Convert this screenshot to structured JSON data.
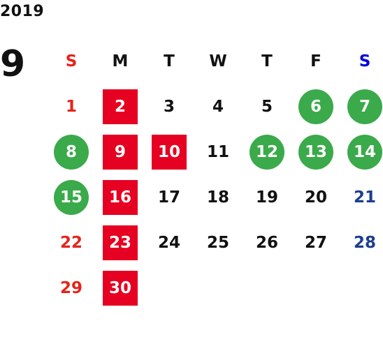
{
  "year": "2019",
  "month": "9",
  "colors": {
    "sunday": "#e4241a",
    "saturday_header": "#0000dd",
    "saturday": "#1a3e8f",
    "weekday": "#111111",
    "holiday_box": "#e60021",
    "circle": "#3aaa4a",
    "on_mark_text": "#ffffff"
  },
  "weekdays": [
    {
      "label": "S",
      "type": "sun"
    },
    {
      "label": "M",
      "type": "wd"
    },
    {
      "label": "T",
      "type": "wd"
    },
    {
      "label": "W",
      "type": "wd"
    },
    {
      "label": "T",
      "type": "wd"
    },
    {
      "label": "F",
      "type": "wd"
    },
    {
      "label": "S",
      "type": "sat"
    }
  ],
  "weeks": [
    [
      {
        "day": "1",
        "type": "sun",
        "mark": "none"
      },
      {
        "day": "2",
        "type": "wd",
        "mark": "box"
      },
      {
        "day": "3",
        "type": "wd",
        "mark": "none"
      },
      {
        "day": "4",
        "type": "wd",
        "mark": "none"
      },
      {
        "day": "5",
        "type": "wd",
        "mark": "none"
      },
      {
        "day": "6",
        "type": "wd",
        "mark": "circle"
      },
      {
        "day": "7",
        "type": "sat",
        "mark": "circle"
      }
    ],
    [
      {
        "day": "8",
        "type": "sun",
        "mark": "circle"
      },
      {
        "day": "9",
        "type": "wd",
        "mark": "box"
      },
      {
        "day": "10",
        "type": "wd",
        "mark": "box"
      },
      {
        "day": "11",
        "type": "wd",
        "mark": "none"
      },
      {
        "day": "12",
        "type": "wd",
        "mark": "circle"
      },
      {
        "day": "13",
        "type": "wd",
        "mark": "circle"
      },
      {
        "day": "14",
        "type": "sat",
        "mark": "circle"
      }
    ],
    [
      {
        "day": "15",
        "type": "sun",
        "mark": "circle"
      },
      {
        "day": "16",
        "type": "wd",
        "mark": "box"
      },
      {
        "day": "17",
        "type": "wd",
        "mark": "none"
      },
      {
        "day": "18",
        "type": "wd",
        "mark": "none"
      },
      {
        "day": "19",
        "type": "wd",
        "mark": "none"
      },
      {
        "day": "20",
        "type": "wd",
        "mark": "none"
      },
      {
        "day": "21",
        "type": "sat",
        "mark": "none"
      }
    ],
    [
      {
        "day": "22",
        "type": "sun",
        "mark": "none"
      },
      {
        "day": "23",
        "type": "wd",
        "mark": "box"
      },
      {
        "day": "24",
        "type": "wd",
        "mark": "none"
      },
      {
        "day": "25",
        "type": "wd",
        "mark": "none"
      },
      {
        "day": "26",
        "type": "wd",
        "mark": "none"
      },
      {
        "day": "27",
        "type": "wd",
        "mark": "none"
      },
      {
        "day": "28",
        "type": "sat",
        "mark": "none"
      }
    ],
    [
      {
        "day": "29",
        "type": "sun",
        "mark": "none"
      },
      {
        "day": "30",
        "type": "wd",
        "mark": "box"
      },
      {
        "day": "",
        "type": "wd",
        "mark": "none"
      },
      {
        "day": "",
        "type": "wd",
        "mark": "none"
      },
      {
        "day": "",
        "type": "wd",
        "mark": "none"
      },
      {
        "day": "",
        "type": "wd",
        "mark": "none"
      },
      {
        "day": "",
        "type": "sat",
        "mark": "none"
      }
    ]
  ]
}
